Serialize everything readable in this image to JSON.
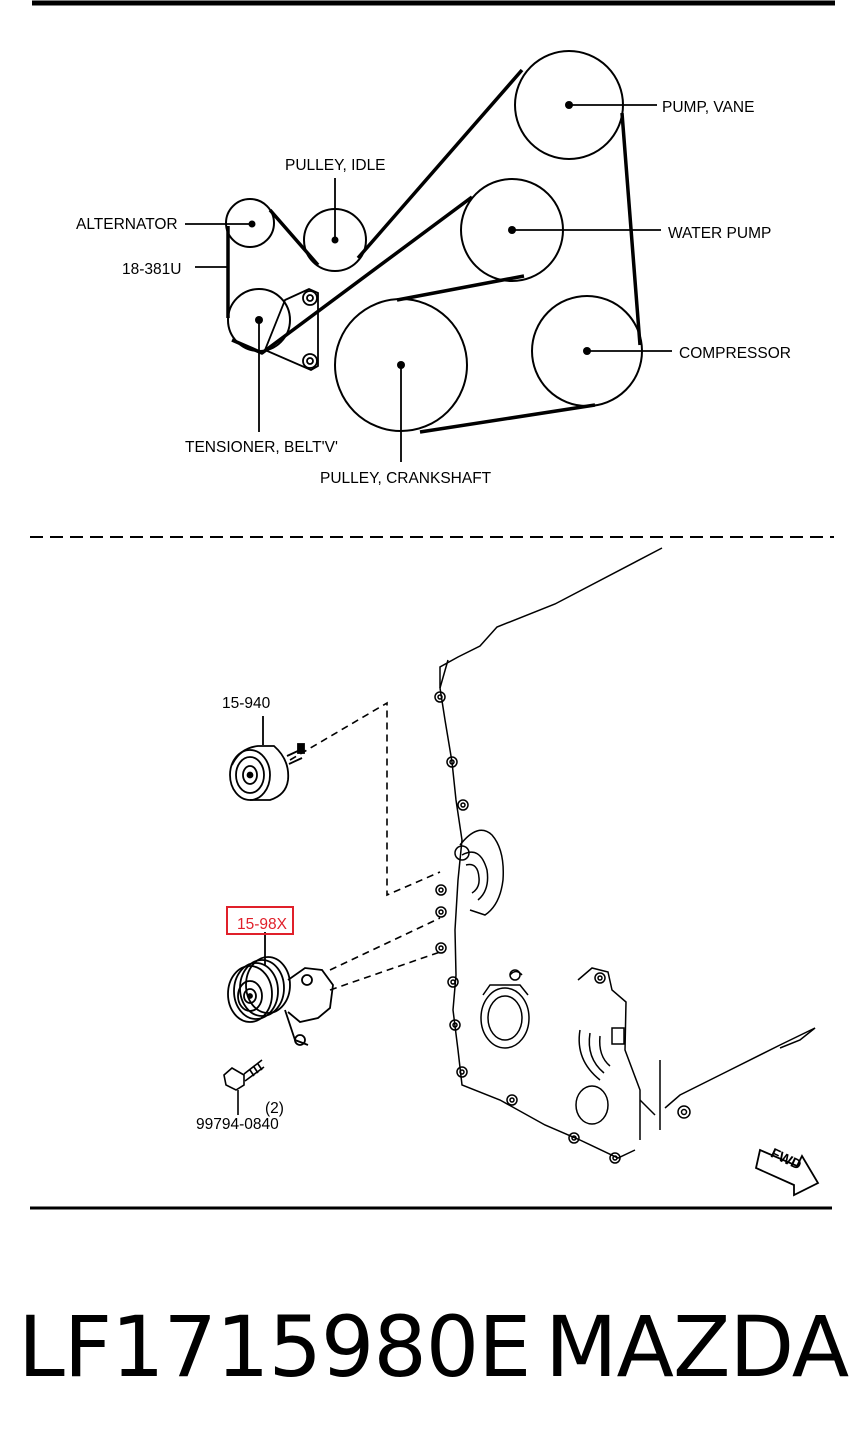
{
  "belt_diagram": {
    "labels": {
      "pump_vane": "PUMP, VANE",
      "pulley_idle": "PULLEY, IDLE",
      "alternator": "ALTERNATOR",
      "water_pump": "WATER PUMP",
      "belt_code": "18-381U",
      "compressor": "COMPRESSOR",
      "tensioner": "TENSIONER, BELT'V'",
      "pulley_crankshaft": "PULLEY, CRANKSHAFT"
    }
  },
  "exploded_view": {
    "idler_part": "15-940",
    "tensioner_part": "15-98X",
    "bolt_part": "99794-0840",
    "bolt_qty": "(2)",
    "fwd_arrow": "FWD",
    "highlight_color": "#e0202a"
  },
  "footer": {
    "part_number": "LF1715980E",
    "brand": "MAZDA"
  }
}
